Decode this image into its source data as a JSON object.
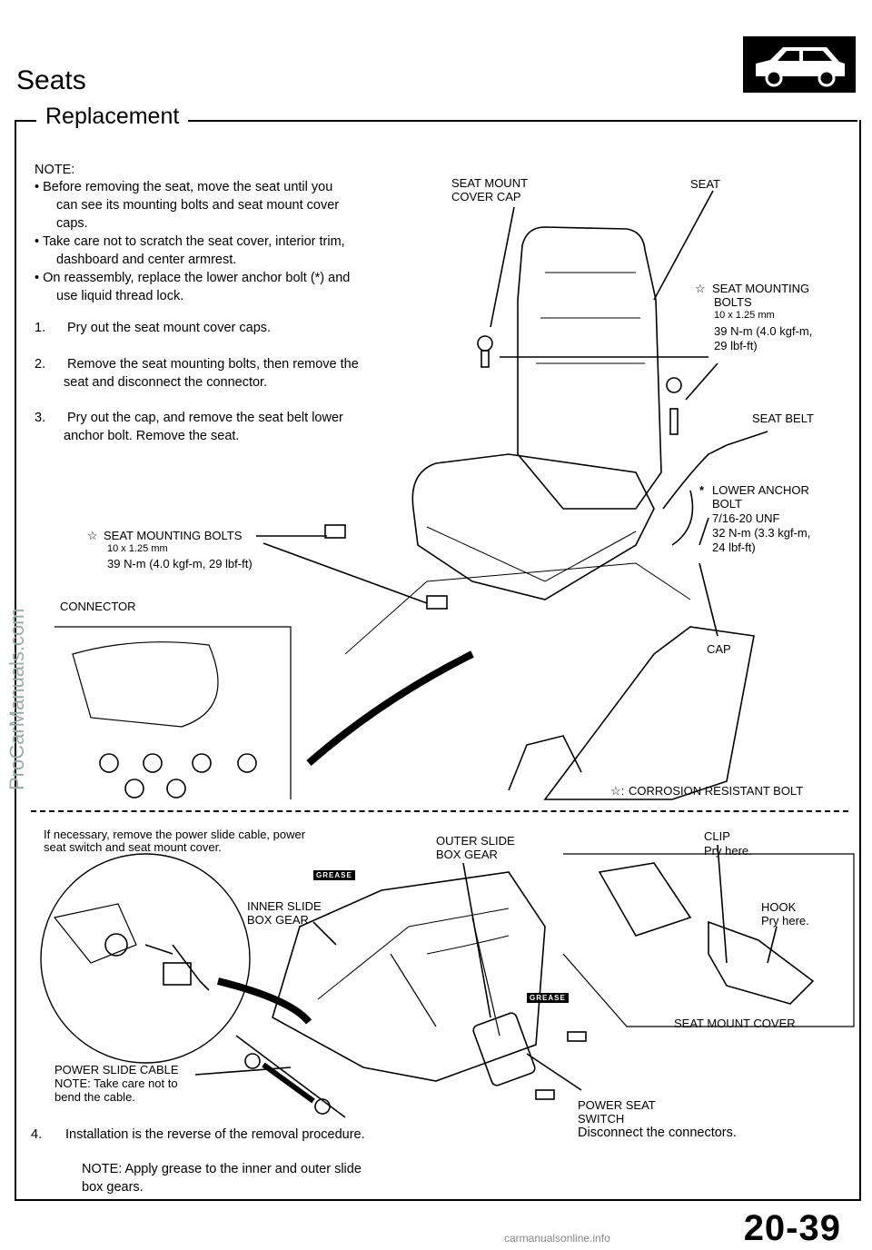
{
  "header": {
    "title": "Seats",
    "section": "Replacement"
  },
  "notes": {
    "heading": "NOTE:",
    "bullets": [
      "• Before removing the seat, move the seat until you",
      "can see its mounting bolts and seat mount cover",
      "caps.",
      "• Take care not to scratch the seat cover, interior trim,",
      "dashboard and center armrest.",
      "• On reassembly, replace the lower anchor bolt (*) and",
      "use liquid thread lock."
    ]
  },
  "steps": [
    {
      "num": "1.",
      "text": "Pry out the seat mount cover caps."
    },
    {
      "num": "2.",
      "text": "Remove the seat mounting bolts, then remove the",
      "text2": "seat and disconnect the connector."
    },
    {
      "num": "3.",
      "text": "Pry out the cap, and remove the seat belt lower",
      "text2": "anchor bolt. Remove the seat."
    }
  ],
  "labels": {
    "seat_mount_cover_cap_1": "SEAT MOUNT",
    "seat_mount_cover_cap_2": "COVER CAP",
    "seat": "SEAT",
    "seat_mounting_bolts_right_1": "SEAT MOUNTING",
    "seat_mounting_bolts_right_2": "BOLTS",
    "seat_mounting_bolts_right_3": "10 x 1.25 mm",
    "seat_mounting_bolts_right_4": "39 N-m (4.0 kgf-m,",
    "seat_mounting_bolts_right_5": "29 lbf-ft)",
    "seat_belt": "SEAT BELT",
    "lower_anchor_1": "LOWER ANCHOR",
    "lower_anchor_2": "BOLT",
    "lower_anchor_3": "7/16-20 UNF",
    "lower_anchor_4": "32 N-m (3.3 kgf-m,",
    "lower_anchor_5": "24 lbf-ft)",
    "seat_mounting_bolts_left_1": "SEAT MOUNTING BOLTS",
    "seat_mounting_bolts_left_2": "10 x 1.25 mm",
    "seat_mounting_bolts_left_3": "39 N-m (4.0 kgf-m, 29 lbf-ft)",
    "connector": "CONNECTOR",
    "cap": "CAP",
    "corrosion_note": "CORROSION RESISTANT BOLT",
    "power_slide_note_1": "If necessary, remove the power slide cable, power",
    "power_slide_note_2": "seat switch and seat mount cover.",
    "outer_slide_1": "OUTER SLIDE",
    "outer_slide_2": "BOX GEAR",
    "clip_1": "CLIP",
    "clip_2": "Pry here.",
    "inner_slide_1": "INNER SLIDE",
    "inner_slide_2": "BOX GEAR",
    "hook_1": "HOOK",
    "hook_2": "Pry here.",
    "seat_mount_cover": "SEAT MOUNT COVER",
    "power_slide_cable_1": "POWER SLIDE CABLE",
    "power_slide_cable_2": "NOTE: Take care not to",
    "power_slide_cable_3": "bend the cable.",
    "power_seat_switch_1": "POWER SEAT",
    "power_seat_switch_2": "SWITCH",
    "power_seat_switch_3": "Disconnect the connectors.",
    "grease": "GREASE"
  },
  "step4": {
    "num": "4.",
    "text": "Installation is the reverse of the removal procedure."
  },
  "final_note": {
    "line1": "NOTE: Apply grease to the inner and outer slide",
    "line2": "box gears."
  },
  "page_number": "20-39",
  "watermark": "ProCarManuals.com",
  "footer": "carmanualsonline.info"
}
